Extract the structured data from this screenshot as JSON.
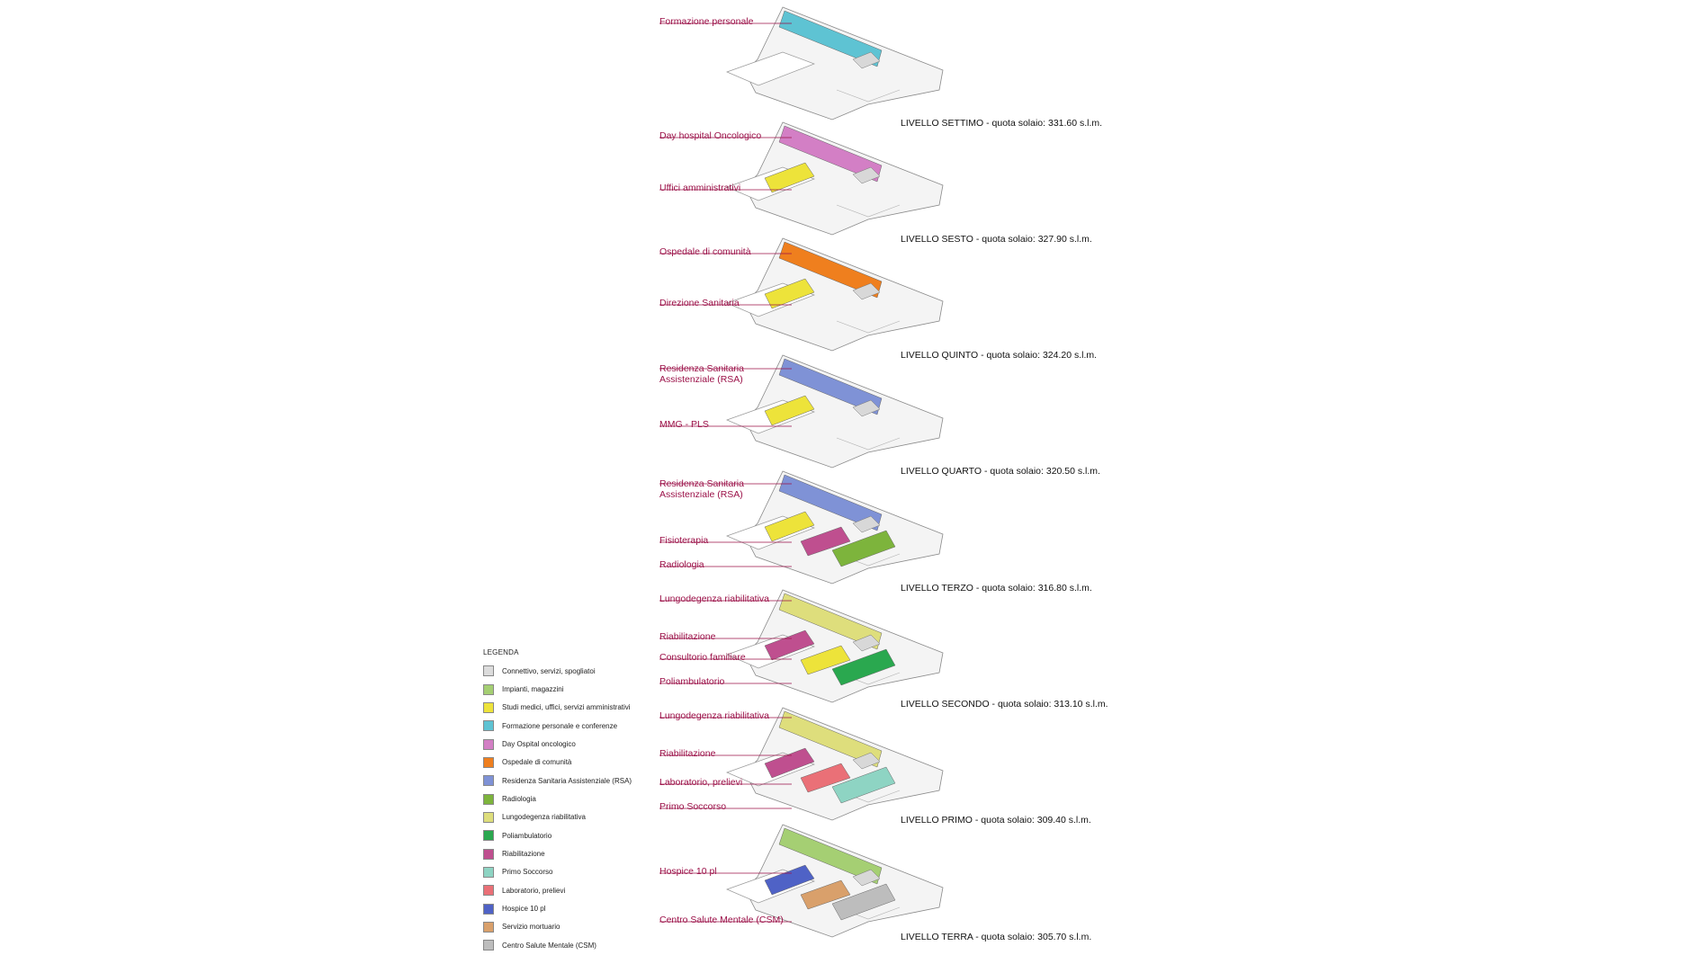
{
  "levels": [
    {
      "text": "LIVELLO SETTIMO - quota solaio: 331.60 s.l.m.",
      "labels": [
        "Formazione personale"
      ],
      "colors": [
        "#5ec3d3"
      ]
    },
    {
      "text": "LIVELLO SESTO - quota solaio: 327.90 s.l.m.",
      "labels": [
        "Day hospital Oncologico",
        "Uffici amministrativi"
      ],
      "colors": [
        "#d37fc5",
        "#ede33a"
      ]
    },
    {
      "text": "LIVELLO QUINTO - quota solaio: 324.20 s.l.m.",
      "labels": [
        "Ospedale di comunità",
        "Direzione Sanitaria"
      ],
      "colors": [
        "#ef7f1e",
        "#ede33a"
      ]
    },
    {
      "text": "LIVELLO QUARTO - quota solaio: 320.50 s.l.m.",
      "labels": [
        "Residenza Sanitaria Assistenziale (RSA)",
        "MMG - PLS"
      ],
      "colors": [
        "#7f92d6",
        "#ede33a"
      ]
    },
    {
      "text": "LIVELLO TERZO - quota solaio: 316.80 s.l.m.",
      "labels": [
        "Residenza Sanitaria Assistenziale (RSA)",
        "Fisioterapia",
        "Radiologia"
      ],
      "colors": [
        "#7f92d6",
        "#ede33a",
        "#bf4f8f",
        "#7db43c"
      ]
    },
    {
      "text": "LIVELLO SECONDO - quota solaio: 313.10 s.l.m.",
      "labels": [
        "Lungodegenza riabilitativa",
        "Riabilitazione",
        "Consultorio familiare",
        "Poliambulatorio"
      ],
      "colors": [
        "#dede7c",
        "#bf4f8f",
        "#ede33a",
        "#2aa84f"
      ]
    },
    {
      "text": "LIVELLO PRIMO - quota solaio: 309.40 s.l.m.",
      "labels": [
        "Lungodegenza riabilitativa",
        "Riabilitazione",
        "Laboratorio, prelievi",
        "Primo Soccorso"
      ],
      "colors": [
        "#dede7c",
        "#bf4f8f",
        "#ea7077",
        "#8ed4c3"
      ]
    },
    {
      "text": "LIVELLO TERRA - quota solaio: 305.70 s.l.m.",
      "labels": [
        "Hospice 10 pl",
        "Centro Salute Mentale (CSM)"
      ],
      "colors": [
        "#a5cf73",
        "#4f62c6",
        "#d9a06b",
        "#bdbdbd"
      ]
    }
  ],
  "legend": {
    "title": "LEGENDA",
    "items": [
      {
        "label": "Connettivo, servizi, spogliatoi",
        "color": "#dcdcdc"
      },
      {
        "label": "Impianti, magazzini",
        "color": "#a5cf73"
      },
      {
        "label": "Studi medici, uffici, servizi amministrativi",
        "color": "#ede33a"
      },
      {
        "label": "Formazione personale e conferenze",
        "color": "#5ec3d3"
      },
      {
        "label": "Day Ospital oncologico",
        "color": "#d37fc5"
      },
      {
        "label": "Ospedale di comunità",
        "color": "#ef7f1e"
      },
      {
        "label": "Residenza Sanitaria Assistenziale (RSA)",
        "color": "#7f92d6"
      },
      {
        "label": "Radiologia",
        "color": "#7db43c"
      },
      {
        "label": "Lungodegenza riabilitativa",
        "color": "#dede7c"
      },
      {
        "label": "Poliambulatorio",
        "color": "#2aa84f"
      },
      {
        "label": "Riabilitazione",
        "color": "#bf4f8f"
      },
      {
        "label": "Primo Soccorso",
        "color": "#8ed4c3"
      },
      {
        "label": "Laboratorio, prelievi",
        "color": "#ea7077"
      },
      {
        "label": "Hospice 10 pl",
        "color": "#4f62c6"
      },
      {
        "label": "Servizio mortuario",
        "color": "#d9a06b"
      },
      {
        "label": "Centro Salute Mentale (CSM)",
        "color": "#bdbdbd"
      }
    ]
  },
  "accent_color": "#9b1148"
}
